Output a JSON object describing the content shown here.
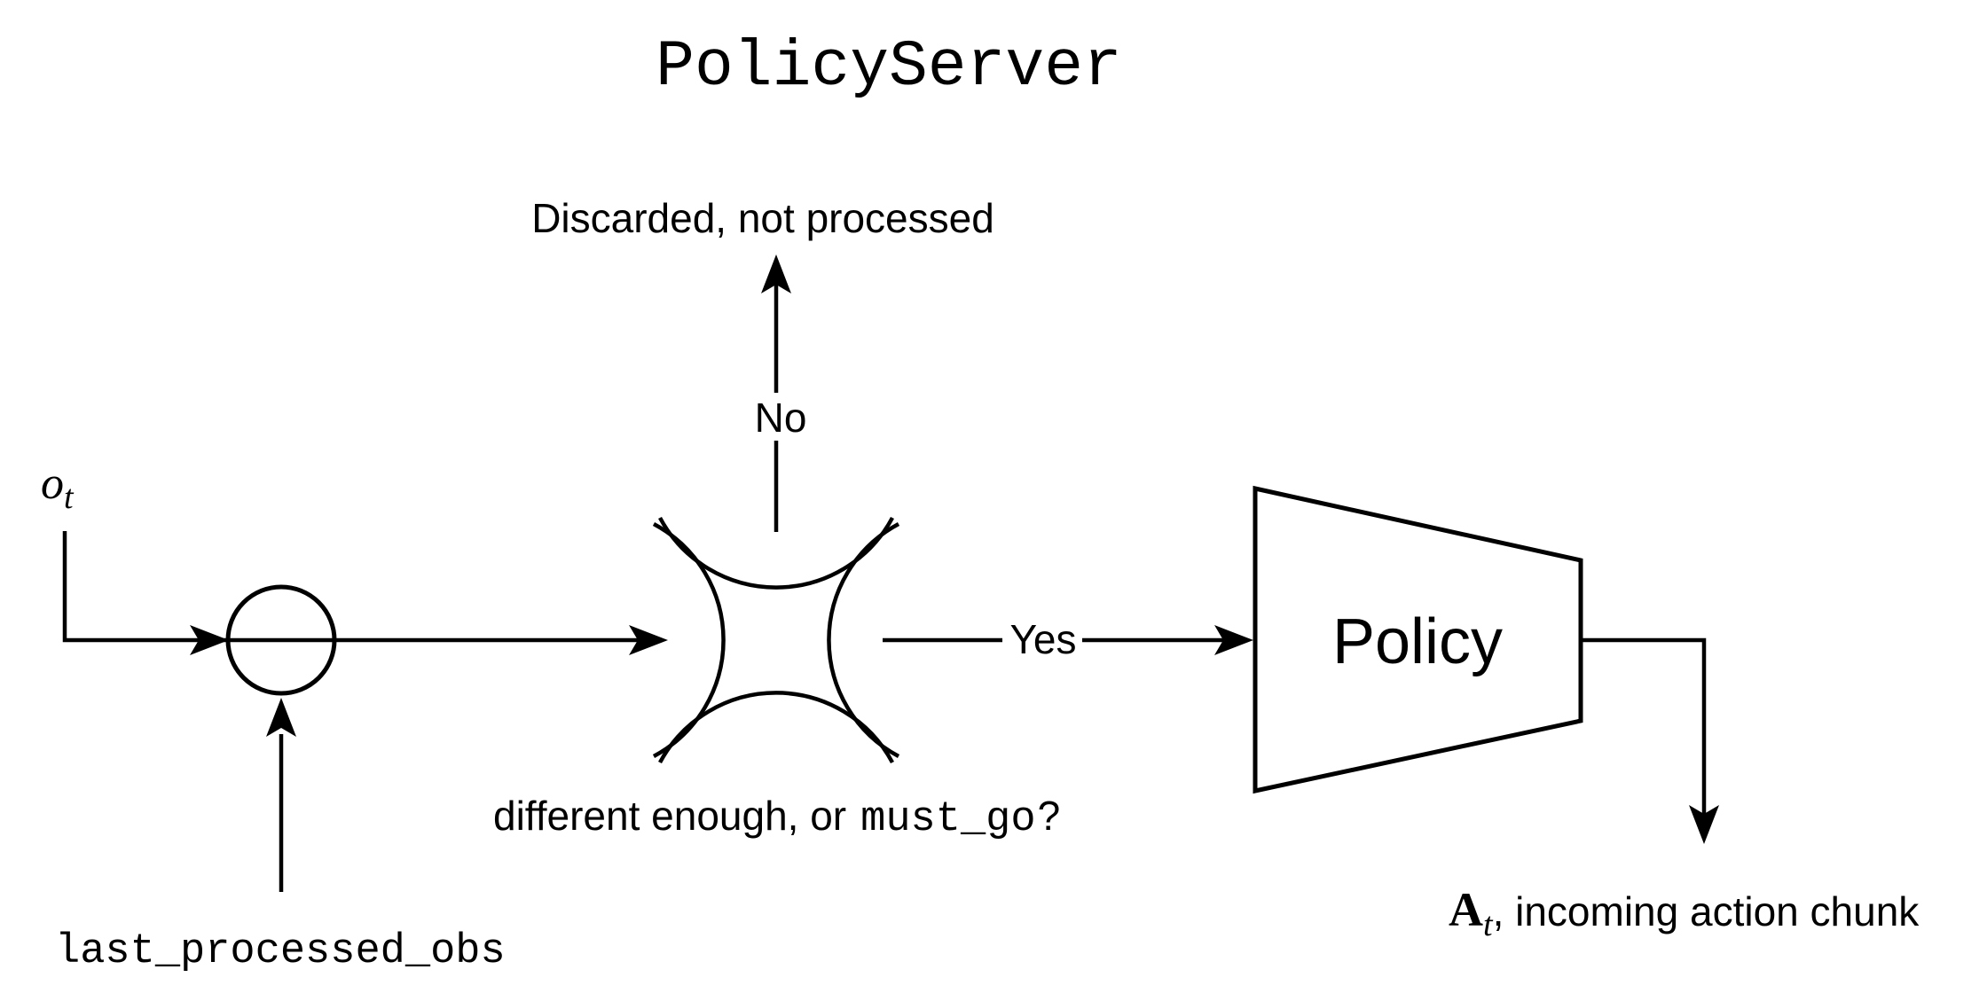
{
  "diagram": {
    "title": "PolicyServer",
    "labels": {
      "discarded": "Discarded, not processed",
      "no": "No",
      "yes": "Yes",
      "decision_prefix": "different enough, or",
      "decision_code": "must_go",
      "decision_suffix": "?",
      "obs_var": "o",
      "obs_sub": "t",
      "policy": "Policy",
      "action_var": "A",
      "action_sub": "t",
      "action_rest": ", incoming action chunk",
      "last_obs": "last_processed_obs"
    },
    "colors": {
      "ink": "#000000",
      "background": "#ffffff"
    }
  }
}
